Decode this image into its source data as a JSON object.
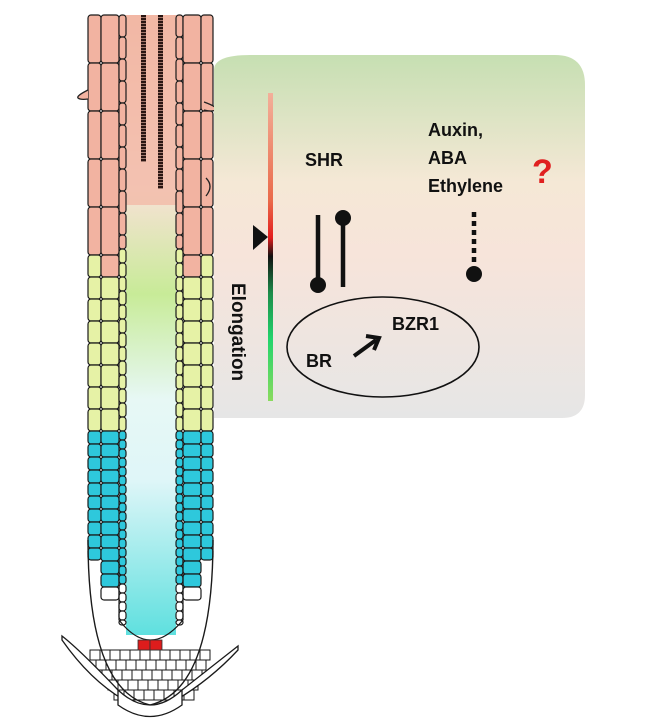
{
  "figure": {
    "root": {
      "zones": [
        {
          "name": "differentiation-zone",
          "color": "#f2b3a1"
        },
        {
          "name": "elongation-zone",
          "color": "#e6f2a6"
        },
        {
          "name": "meristematic-zone",
          "color": "#2ec8dc"
        },
        {
          "name": "root-cap",
          "color": "#ffffff"
        }
      ],
      "quiescent_center_color": "#dd1c1c",
      "stele_gradient": [
        "#f5c7b6",
        "#f8e0d6",
        "#c9ec9a",
        "#e6f7f8",
        "#6fe3e3"
      ]
    },
    "panel": {
      "background_top": "#c7e0b4",
      "background_mid": "#f8e4d8",
      "background_bottom": "#e6e6e6",
      "gradient_bar": {
        "label": "Elongation",
        "colors_top_to_bottom": [
          "#f3a989",
          "#e83a2a",
          "#1a1a1a",
          "#1fd16a",
          "#7edb5a"
        ]
      },
      "labels": {
        "shr": "SHR",
        "hormones": [
          "Auxin,",
          "ABA",
          "Ethylene"
        ],
        "question": "?",
        "bzr1": "BZR1",
        "br": "BR"
      },
      "question_color": "#e02020"
    }
  }
}
